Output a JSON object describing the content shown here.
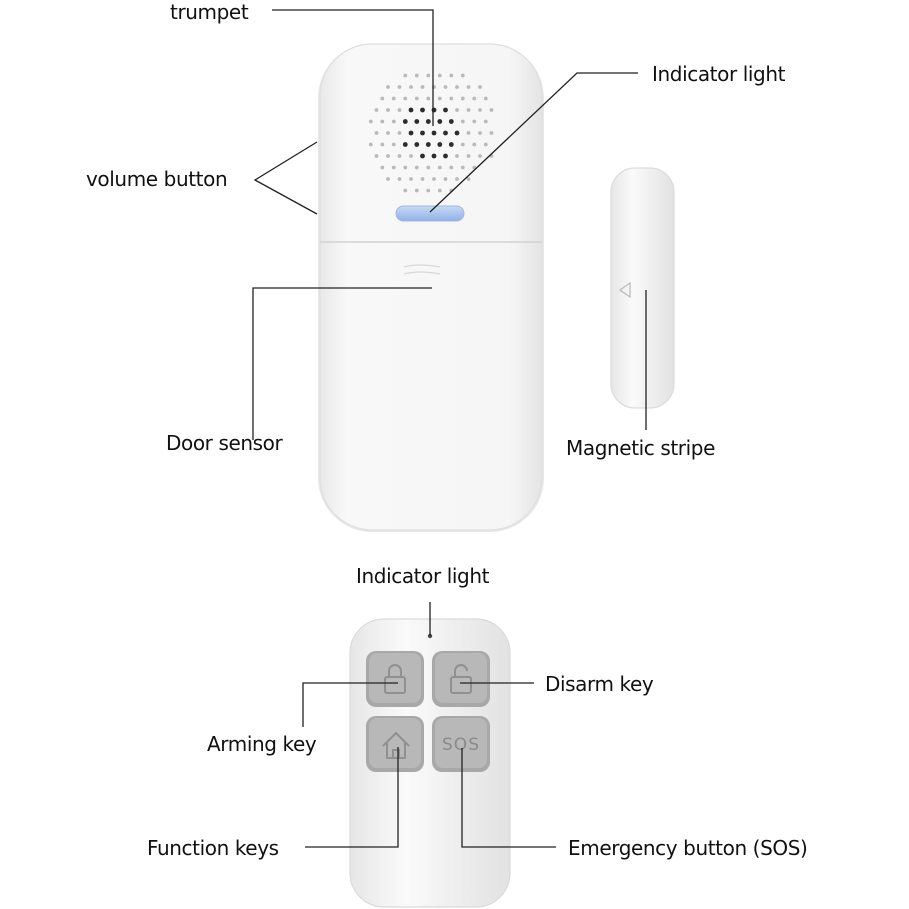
{
  "labels": {
    "trumpet": "trumpet",
    "indicator_light_top": "Indicator light",
    "volume_button": "volume button",
    "door_sensor": "Door sensor",
    "magnetic_stripe": "Magnetic stripe",
    "indicator_light_remote": "Indicator light",
    "disarm_key": "Disarm key",
    "arming_key": "Arming key",
    "function_keys": "Function keys",
    "emergency_button": "Emergency button (SOS)"
  },
  "remote": {
    "sos_key_text": "SOS"
  },
  "colors": {
    "device_body": "#f6f6f6",
    "device_edge": "#dcdcdc",
    "key_fill": "#b4b4b4",
    "indicator_glow": "#a9c4ee",
    "leader_line": "#222222"
  },
  "icons": {
    "arming_key": "lock-closed-icon",
    "disarm_key": "lock-open-icon",
    "function_key": "home-icon"
  }
}
